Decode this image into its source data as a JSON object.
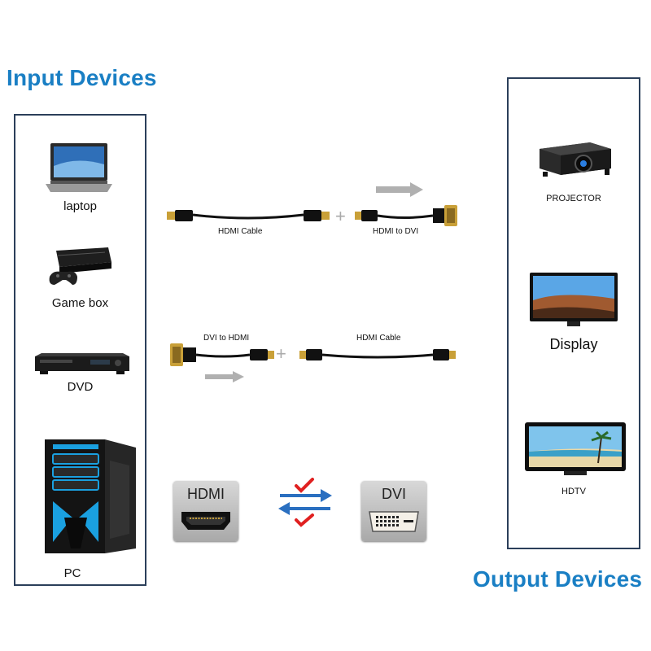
{
  "headings": {
    "input": "Input Devices",
    "output": "Output Devices"
  },
  "input_devices": [
    {
      "label": "laptop",
      "icon": "laptop-icon"
    },
    {
      "label": "Game box",
      "icon": "game-console-icon"
    },
    {
      "label": "DVD",
      "icon": "dvd-player-icon"
    },
    {
      "label": "PC",
      "icon": "pc-tower-icon"
    }
  ],
  "output_devices": [
    {
      "label": "PROJECTOR",
      "icon": "projector-icon"
    },
    {
      "label": "Display",
      "icon": "monitor-icon"
    },
    {
      "label": "HDTV",
      "icon": "hdtv-icon"
    }
  ],
  "connections": {
    "row1": {
      "left": "HDMI Cable",
      "right": "HDMI to DVI"
    },
    "row2": {
      "left": "DVI to HDMI",
      "right": "HDMI Cable"
    }
  },
  "ports": {
    "left": "HDMI",
    "right": "DVI"
  },
  "colors": {
    "heading": "#1a7fc4",
    "panel_border": "#2b3f5a",
    "arrow_blue": "#2a6fc0",
    "check_red": "#e02020"
  }
}
